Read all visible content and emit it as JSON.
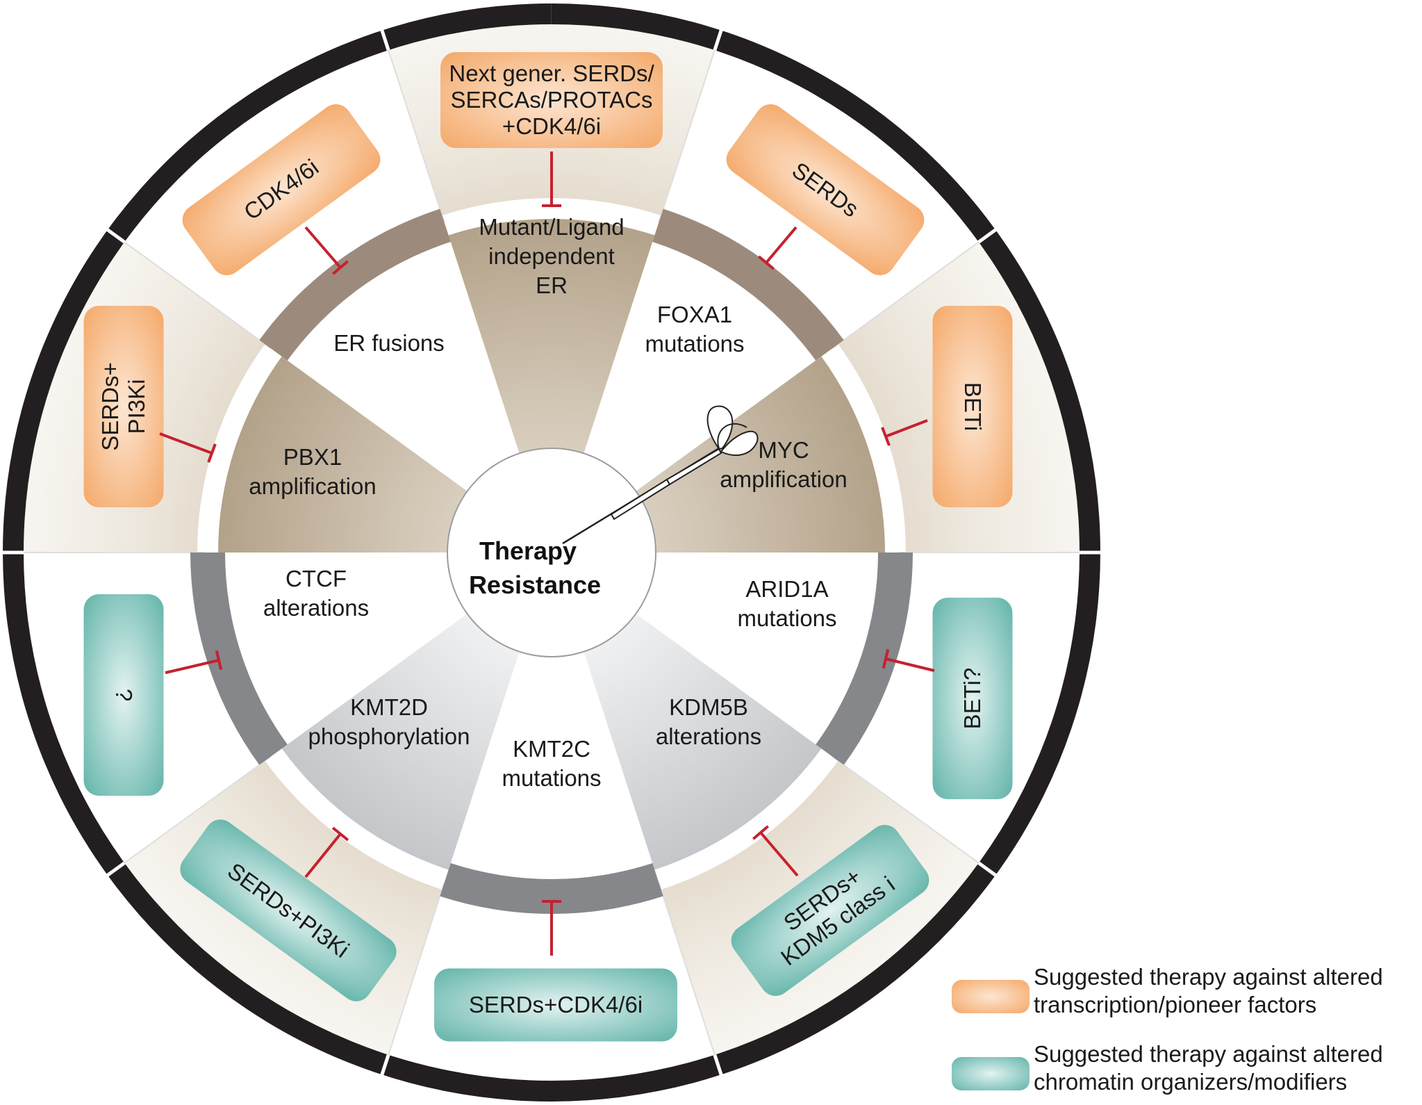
{
  "center": {
    "line1": "Therapy",
    "line2": "Resistance"
  },
  "colors": {
    "orange": "#f5b27a",
    "orange_light": "#fde3cb",
    "teal": "#72bdb3",
    "teal_light": "#d6eeeb",
    "brown_wedge": "#b8a88f",
    "gray_wedge": "#c9cccf",
    "brown_ring": "#9c8b7c",
    "gray_ring": "#86878a",
    "beige_zone": "#ebe4d8",
    "outer_band": "#231f20",
    "inhibitor": "#c42130"
  },
  "mechanisms": [
    {
      "id": "mutant-er",
      "lines": [
        "Mutant/Ligand",
        "independent",
        "ER"
      ],
      "shaded": true,
      "group": "tf"
    },
    {
      "id": "foxa1",
      "lines": [
        "FOXA1",
        "mutations"
      ],
      "shaded": false,
      "group": "tf"
    },
    {
      "id": "myc",
      "lines": [
        "MYC",
        "amplification"
      ],
      "shaded": true,
      "group": "tf"
    },
    {
      "id": "arid1a",
      "lines": [
        "ARID1A",
        "mutations"
      ],
      "shaded": false,
      "group": "chromatin"
    },
    {
      "id": "kdm5b",
      "lines": [
        "KDM5B",
        "alterations"
      ],
      "shaded": true,
      "group": "chromatin"
    },
    {
      "id": "kmt2c",
      "lines": [
        "KMT2C",
        "mutations"
      ],
      "shaded": false,
      "group": "chromatin"
    },
    {
      "id": "kmt2d",
      "lines": [
        "KMT2D",
        "phosphorylation"
      ],
      "shaded": true,
      "group": "chromatin"
    },
    {
      "id": "ctcf",
      "lines": [
        "CTCF",
        "alterations"
      ],
      "shaded": false,
      "group": "chromatin"
    },
    {
      "id": "pbx1",
      "lines": [
        "PBX1",
        "amplification"
      ],
      "shaded": true,
      "group": "tf"
    },
    {
      "id": "er-fusions",
      "lines": [
        "ER fusions"
      ],
      "shaded": false,
      "group": "tf"
    }
  ],
  "therapies": [
    {
      "id": "next-gen-serds",
      "lines": [
        "Next gener. SERDs/",
        "SERCAs/PROTACs",
        "+CDK4/6i"
      ],
      "type": "orange"
    },
    {
      "id": "serds",
      "lines": [
        "SERDs"
      ],
      "type": "orange"
    },
    {
      "id": "beti",
      "lines": [
        "BETi"
      ],
      "type": "orange"
    },
    {
      "id": "beti-q",
      "lines": [
        "BETi?"
      ],
      "type": "teal"
    },
    {
      "id": "serds-kdm5",
      "lines": [
        "SERDs+",
        "KDM5 class i"
      ],
      "type": "teal"
    },
    {
      "id": "serds-cdk46i",
      "lines": [
        "SERDs+CDK4/6i"
      ],
      "type": "teal"
    },
    {
      "id": "serds-pi3ki-b",
      "lines": [
        "SERDs+PI3Ki"
      ],
      "type": "teal"
    },
    {
      "id": "unknown",
      "lines": [
        "?"
      ],
      "type": "teal"
    },
    {
      "id": "serds-pi3ki-a",
      "lines": [
        "SERDs+",
        "PI3Ki"
      ],
      "type": "orange"
    },
    {
      "id": "cdk46i",
      "lines": [
        "CDK4/6i"
      ],
      "type": "orange"
    }
  ],
  "legend": [
    {
      "type": "orange",
      "lines": [
        "Suggested therapy against altered",
        "transcription/pioneer factors"
      ]
    },
    {
      "type": "teal",
      "lines": [
        "Suggested therapy against altered",
        "chromatin organizers/modifiers"
      ]
    }
  ]
}
